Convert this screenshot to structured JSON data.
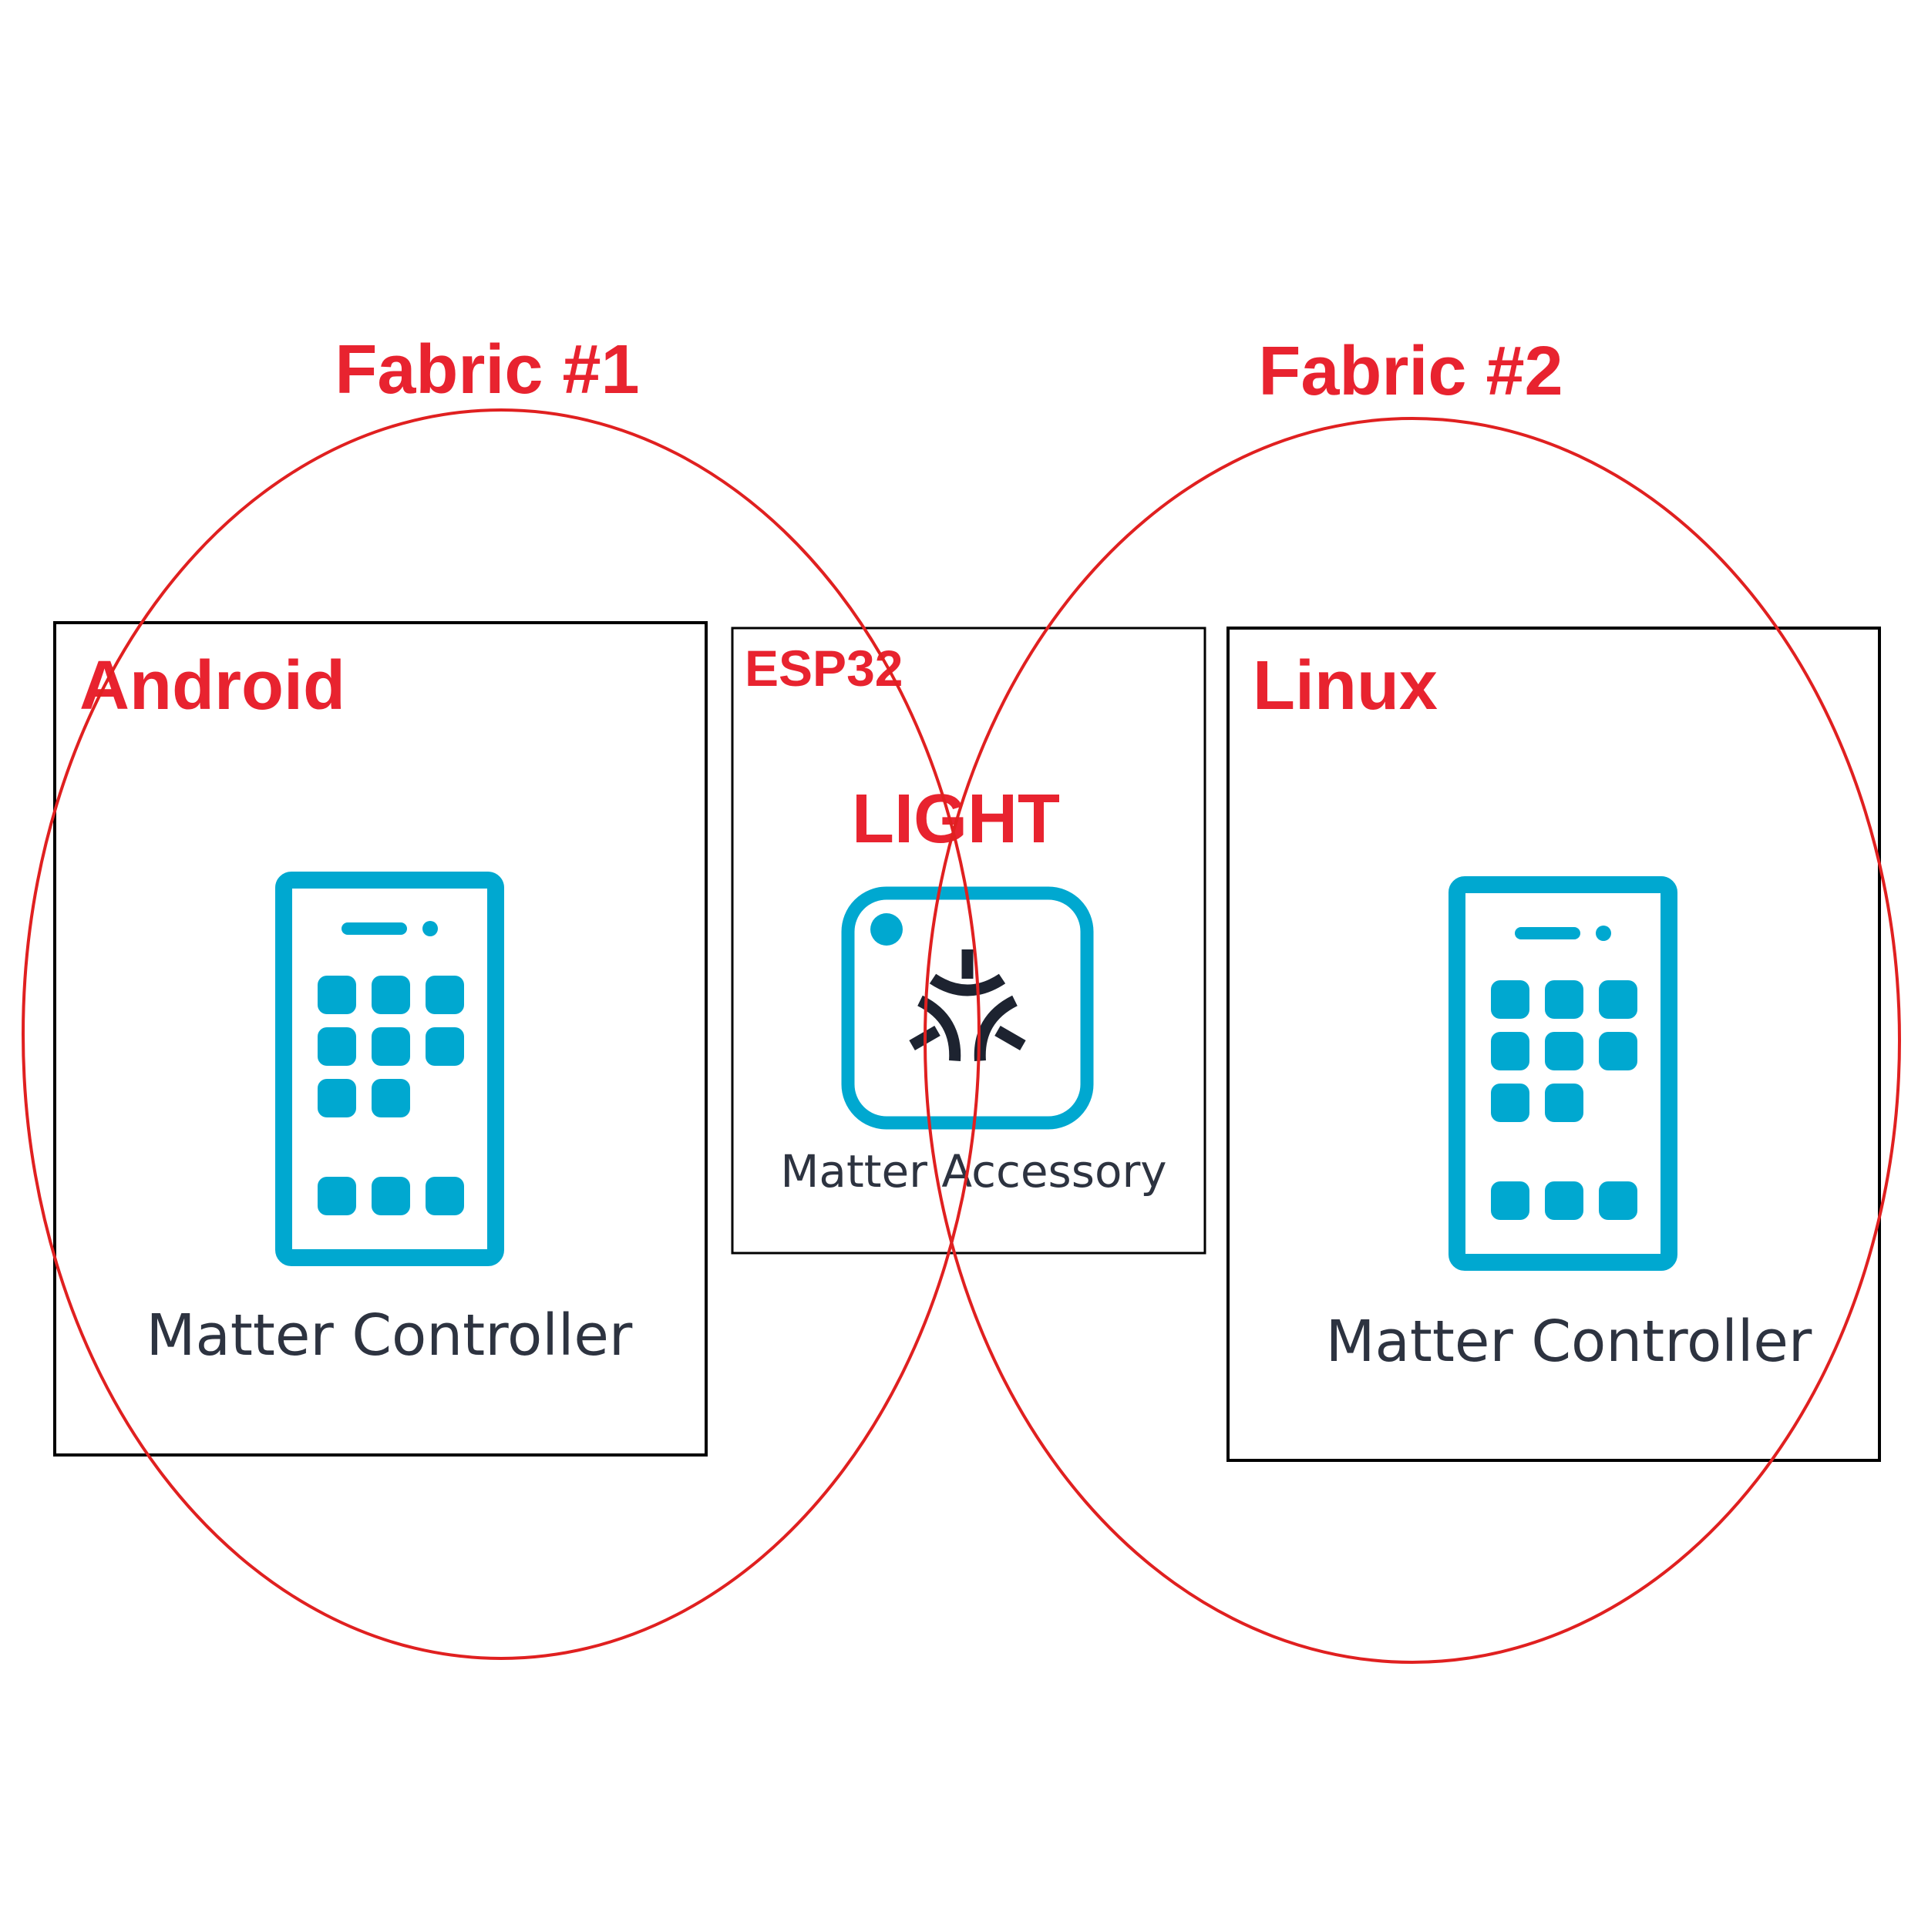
{
  "fabrics": [
    {
      "label": "Fabric #1"
    },
    {
      "label": "Fabric #2"
    }
  ],
  "boxes": {
    "android": {
      "platform": "Android",
      "device": "Matter Controller"
    },
    "esp32": {
      "platform": "ESP32",
      "role": "LIGHT",
      "device": "Matter Accessory"
    },
    "linux": {
      "platform": "Linux",
      "device": "Matter Controller"
    }
  },
  "colors": {
    "label_red": "#e8232f",
    "ellipse_red": "#e02020",
    "device_blue": "#00a8d0",
    "device_text": "#2d3340",
    "matter_logo": "#1d2330",
    "box_border": "#000000"
  },
  "icons": {
    "controller": "smartphone-icon",
    "accessory": "matter-accessory-icon",
    "logo": "matter-logo-icon"
  }
}
